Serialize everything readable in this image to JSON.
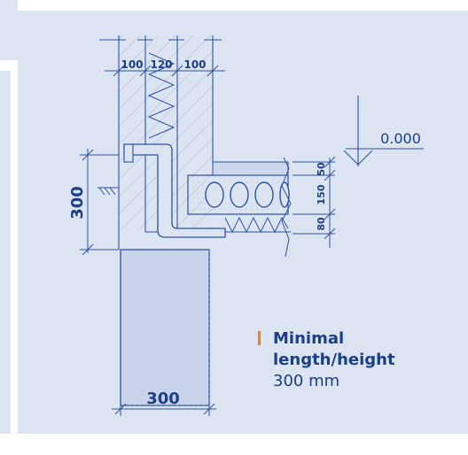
{
  "diagram": {
    "layer_widths": [
      "100",
      "120",
      "100"
    ],
    "level_label": "0.000",
    "slab_layers": [
      "50",
      "150",
      "80"
    ],
    "height_dim": "300",
    "width_dim": "300"
  },
  "caption": {
    "title_line1": "Minimal",
    "title_line2": "length/height",
    "value": "300 mm"
  },
  "colors": {
    "background": "#dde4f1",
    "line": "#2a53a3",
    "concrete": "#c9d3e9",
    "caption_text": "#1a3f86",
    "accent": "#f07e1e"
  }
}
